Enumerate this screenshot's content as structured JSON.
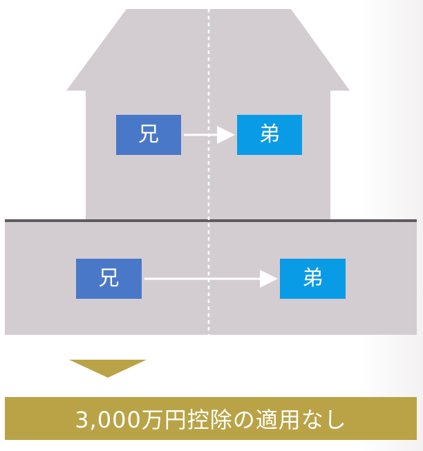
{
  "building": {
    "owner_from_label": "兄",
    "owner_to_label": "弟"
  },
  "land": {
    "owner_from_label": "兄",
    "owner_to_label": "弟"
  },
  "result": {
    "text": "3,000万円控除の適用なし"
  },
  "colors": {
    "house_fill": "#d3cdd2",
    "ground_line": "#5e5a5e",
    "older_brother": "#4a78c8",
    "younger_brother": "#0a9be6",
    "result_band": "#b9a346",
    "arrow": "#ffffff"
  }
}
